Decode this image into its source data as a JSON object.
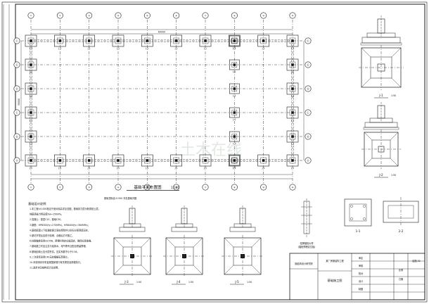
{
  "drawing": {
    "plan_title": "基础平面布置图",
    "plan_scale": "1:100",
    "plan_note": "基础顶标高-0.500 详见基础详图",
    "col_axes": [
      "①",
      "②",
      "③",
      "④",
      "⑤",
      "⑥",
      "⑦",
      "⑧",
      "⑨",
      "⑩"
    ],
    "row_axes": [
      "Ⓕ",
      "Ⓔ",
      "Ⓓ",
      "Ⓒ",
      "Ⓑ",
      "Ⓐ"
    ],
    "total_length": "60000",
    "total_width": "30000",
    "footing_label": "J-1",
    "footing_dim": "2400",
    "detail_labels": [
      "J-1",
      "J-2",
      "J-3",
      "J-4",
      "J-5"
    ],
    "section_scale": "1:50",
    "section_labels": [
      "1-1",
      "2-2"
    ],
    "anchor_title": "柱脚锚栓大样",
    "anchor_subtitle": "(锚栓预埋定位板)",
    "notes_title": "基础设计说明:",
    "notes": [
      "1.本工程±0.000相当于绝对标高详见总图，基础持力层为粉质粘土层，",
      "  地基承载力特征值fak=150kPa。",
      "2.混凝土：垫层C15，基础C30。",
      "3.钢筋：HPB300(fy=270MPa)，HRB400(fy=360MPa)。",
      "4.基础底面以下如遇软弱土层应挖除并以砂石分层回填压实。",
      "5.基坑开挖后应进行验槽，合格后方可施工。",
      "6.柱脚锚栓采用Q235B，预埋时用定位板固定，确保位置准确。",
      "7.基础施工时应注意与给排水、电气等专业配合预留预埋。",
      "8.基础回填土应分层夯实，压实系数不小于0.94。",
      "9.二次灌浆采用C40无收缩细石混凝土。",
      "10.本说明未尽事宜按国家现行有关规范及规程执行。",
      "11.其余详见结构设计总说明。"
    ],
    "title_block": {
      "company": "钢结构设计研究院",
      "project": "某厂房钢结构工程",
      "drawing_name": "基础施工图",
      "drawing_no": "结施-02",
      "scale_label": "比例",
      "date_label": "日期",
      "rows": [
        "审定",
        "审核",
        "校对",
        "设计",
        "制图"
      ]
    },
    "watermark": "土木在线"
  },
  "colors": {
    "line": "#1a1a1a",
    "paper": "#ffffff",
    "watermark": "#c9d6cc"
  }
}
